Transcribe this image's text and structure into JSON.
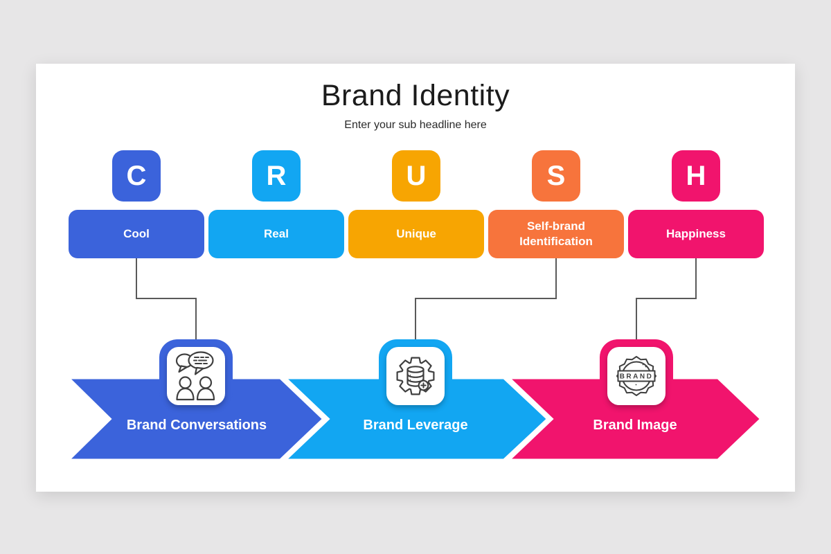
{
  "page": {
    "background": "#E7E6E7",
    "slide_background": "#FFFFFF"
  },
  "header": {
    "title": "Brand Identity",
    "subtitle": "Enter your sub headline here"
  },
  "acronym": {
    "items": [
      {
        "letter": "C",
        "label": "Cool",
        "color": "#3B63DB"
      },
      {
        "letter": "R",
        "label": "Real",
        "color": "#12A6F2"
      },
      {
        "letter": "U",
        "label": "Unique",
        "color": "#F7A502"
      },
      {
        "letter": "S",
        "label": "Self-brand Identification",
        "color": "#F7743C"
      },
      {
        "letter": "H",
        "label": "Happiness",
        "color": "#F1146D"
      }
    ]
  },
  "process": {
    "connector_color": "#595959",
    "icon_stroke_color": "#3F3F3F",
    "steps": [
      {
        "label": "Brand Conversations",
        "color": "#3B63DB",
        "icon": "conversation-icon"
      },
      {
        "label": "Brand Leverage",
        "color": "#12A6F2",
        "icon": "gear-database-icon"
      },
      {
        "label": "Brand Image",
        "color": "#F1146D",
        "icon": "brand-badge-icon",
        "icon_text": "BRAND"
      }
    ]
  }
}
